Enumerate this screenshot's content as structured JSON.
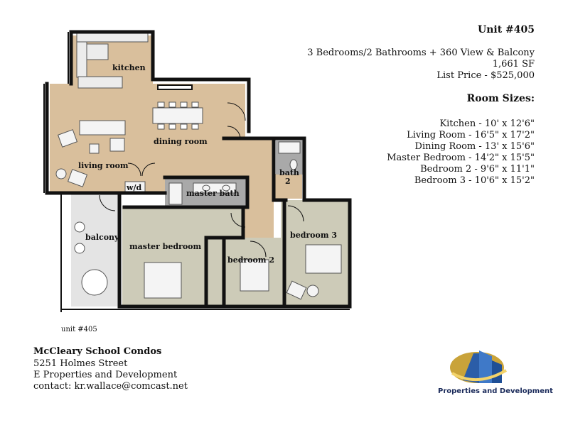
{
  "unit_title": "Unit #405",
  "summary": {
    "line1": "3 Bedrooms/2 Bathrooms + 360 View & Balcony",
    "line2": "1,661 SF",
    "line3": "List Price - $525,000"
  },
  "room_sizes": {
    "heading": "Room Sizes:",
    "items": [
      "Kitchen - 10' x 12'6\"",
      "Living Room - 16'5\" x 17'2\"",
      "Dining Room - 13' x 15'6\"",
      "Master Bedroom - 14'2\" x 15'5\"",
      "Bedroom 2 - 9'6\" x 11'1\"",
      "Bedroom 3 - 10'6\" x 15'2\""
    ]
  },
  "floor_plan": {
    "rooms": {
      "kitchen": "kitchen",
      "dining": "dining room",
      "living": "living room",
      "wd": "w/d",
      "master_bath": "master bath",
      "bath2_line1": "bath",
      "bath2_line2": "2",
      "balcony": "balcony",
      "master_bedroom": "master bedroom",
      "bedroom2": "bedroom 2",
      "bedroom3": "bedroom 3"
    },
    "caption": "unit #405",
    "colors": {
      "wood": "#d9bf9c",
      "carpet": "#cdcbb8",
      "tile": "#a9a9a9",
      "wall": "#111111"
    }
  },
  "contact": {
    "name": "McCleary School Condos",
    "address": "5251 Holmes Street",
    "company": "E Properties and Development",
    "contact": "contact: kr.wallace@comcast.net"
  },
  "logo": {
    "text": "Properties and Development"
  }
}
